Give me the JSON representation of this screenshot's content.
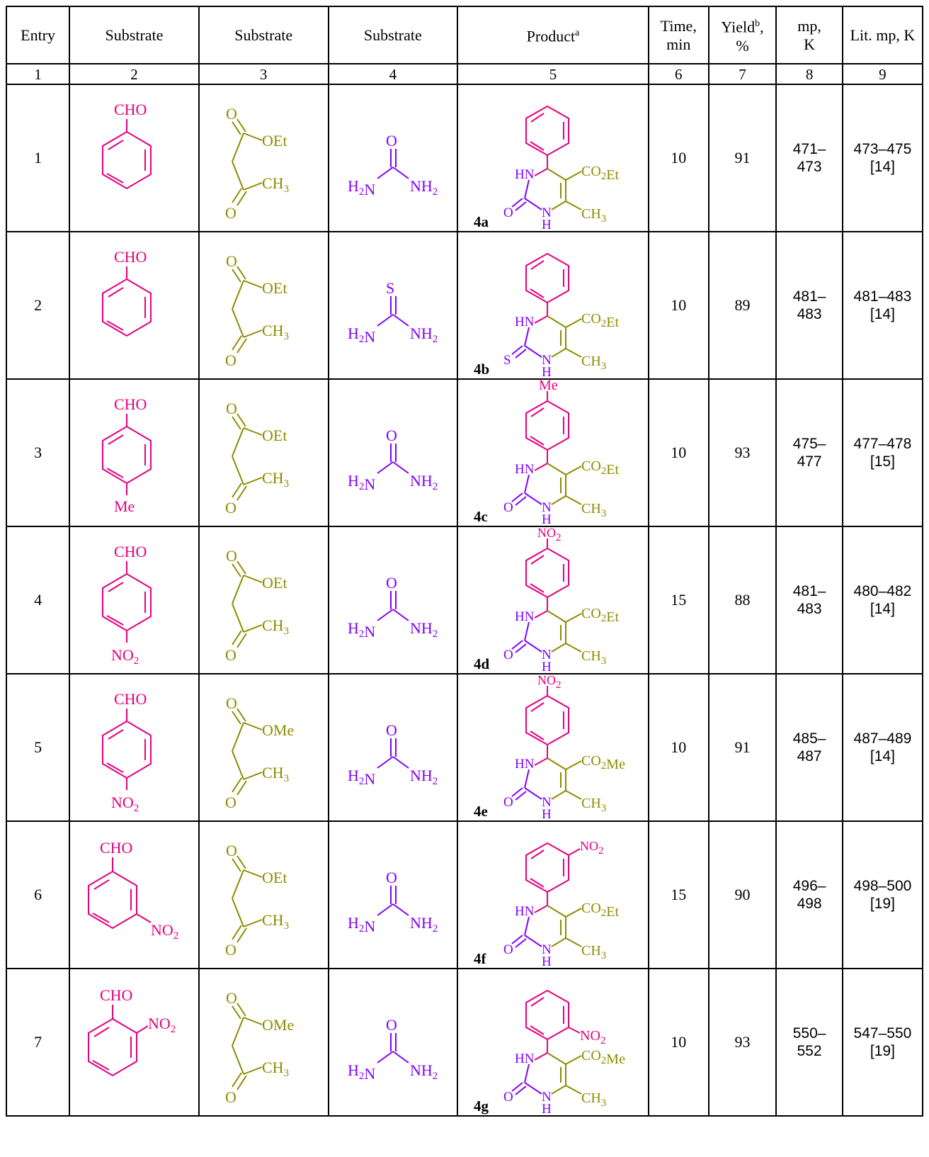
{
  "colors": {
    "aldehyde": "#e6007e",
    "ketoester": "#8c8c00",
    "urea": "#8000ff",
    "rule": "#000000"
  },
  "header": {
    "entry": "Entry",
    "substrate1": "Substrate",
    "substrate2": "Substrate",
    "substrate3": "Substrate",
    "product": "Product",
    "product_sup": "a",
    "time_line1": "Time,",
    "time_line2": "min",
    "yield_line1": "Yield",
    "yield_sup": "b",
    "yield_comma": ",",
    "yield_line2": "%",
    "mp_line1": "mp,",
    "mp_line2": "K",
    "litmp": "Lit. mp, K"
  },
  "column_numbers": [
    "1",
    "2",
    "3",
    "4",
    "5",
    "6",
    "7",
    "8",
    "9"
  ],
  "labels": {
    "cho": "CHO",
    "me": "Me",
    "no2": "NO",
    "sub2": "2",
    "sub3": "3",
    "o": "O",
    "s": "S",
    "oet": "OEt",
    "ome": "OMe",
    "ch": "CH",
    "h": "H",
    "n": "N",
    "hn": "HN",
    "co": "CO",
    "et": "Et",
    "mesuffix": "Me"
  },
  "rows": [
    {
      "entry": "1",
      "time": "10",
      "yield": "91",
      "mp1": "471–",
      "mp2": "473",
      "lit1": "473–475",
      "lit2": "[14]",
      "product_label": "4a"
    },
    {
      "entry": "2",
      "time": "10",
      "yield": "89",
      "mp1": "481–",
      "mp2": "483",
      "lit1": "481–483",
      "lit2": "[14]",
      "product_label": "4b"
    },
    {
      "entry": "3",
      "time": "10",
      "yield": "93",
      "mp1": "475–",
      "mp2": "477",
      "lit1": "477–478",
      "lit2": "[15]",
      "product_label": "4c"
    },
    {
      "entry": "4",
      "time": "15",
      "yield": "88",
      "mp1": "481–",
      "mp2": "483",
      "lit1": "480–482",
      "lit2": "[14]",
      "product_label": "4d"
    },
    {
      "entry": "5",
      "time": "10",
      "yield": "91",
      "mp1": "485–",
      "mp2": "487",
      "lit1": "487–489",
      "lit2": "[14]",
      "product_label": "4e"
    },
    {
      "entry": "6",
      "time": "15",
      "yield": "90",
      "mp1": "496–",
      "mp2": "498",
      "lit1": "498–500",
      "lit2": "[19]",
      "product_label": "4f"
    },
    {
      "entry": "7",
      "time": "10",
      "yield": "93",
      "mp1": "550–",
      "mp2": "552",
      "lit1": "547–550",
      "lit2": "[19]",
      "product_label": "4g"
    }
  ]
}
